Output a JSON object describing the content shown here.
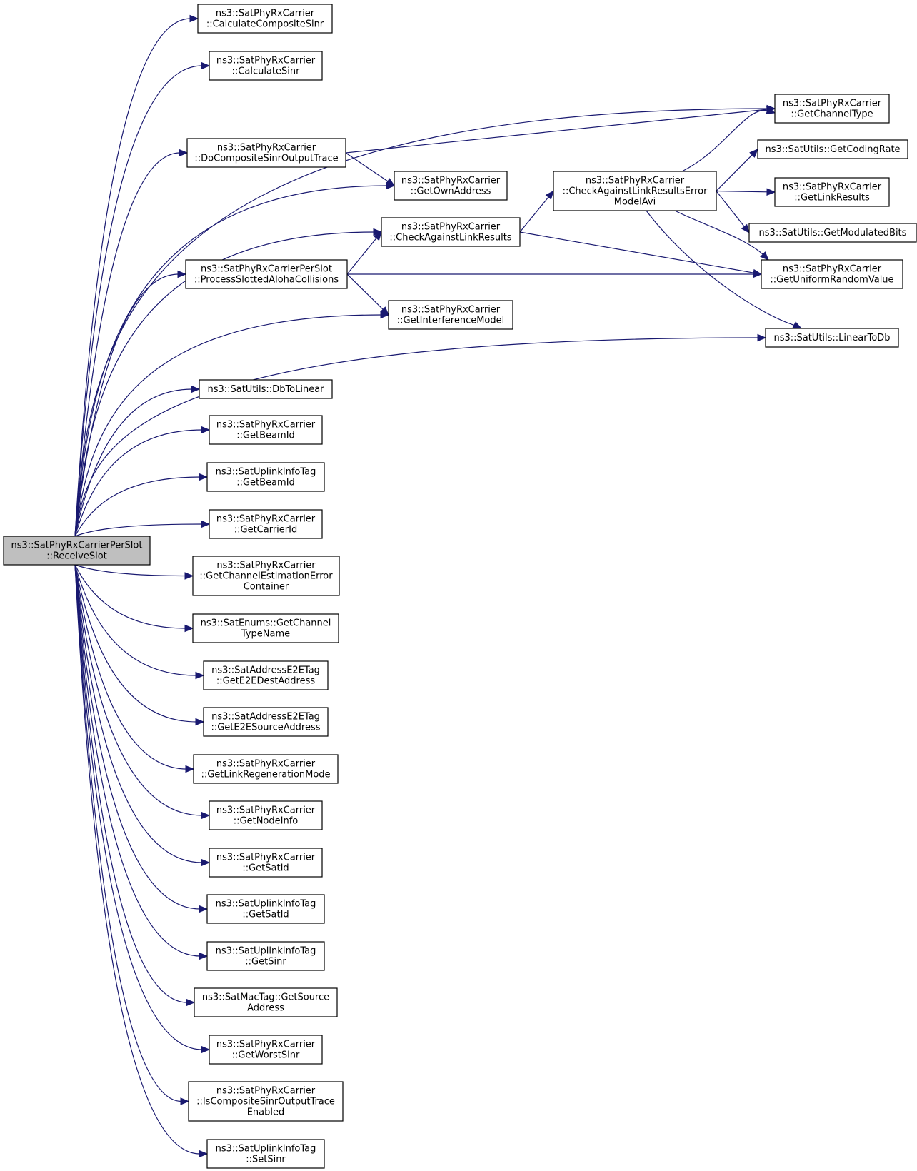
{
  "colors": {
    "edge": "#191970",
    "root_fill": "#bfbfbf",
    "node_fill": "#ffffff",
    "node_border": "#000000"
  },
  "nodes": [
    {
      "id": "root",
      "lines": [
        "ns3::SatPhyRxCarrierPerSlot",
        "::ReceiveSlot"
      ]
    },
    {
      "id": "calccompsinr",
      "lines": [
        "ns3::SatPhyRxCarrier",
        "::CalculateCompositeSinr"
      ]
    },
    {
      "id": "calcsinr",
      "lines": [
        "ns3::SatPhyRxCarrier",
        "::CalculateSinr"
      ]
    },
    {
      "id": "docomptrace",
      "lines": [
        "ns3::SatPhyRxCarrier",
        "::DoCompositeSinrOutputTrace"
      ]
    },
    {
      "id": "getownaddr",
      "lines": [
        "ns3::SatPhyRxCarrier",
        "::GetOwnAddress"
      ]
    },
    {
      "id": "checklink",
      "lines": [
        "ns3::SatPhyRxCarrier",
        "::CheckAgainstLinkResults"
      ]
    },
    {
      "id": "procaloha",
      "lines": [
        "ns3::SatPhyRxCarrierPerSlot",
        "::ProcessSlottedAlohaCollisions"
      ]
    },
    {
      "id": "getinterf",
      "lines": [
        "ns3::SatPhyRxCarrier",
        "::GetInterferenceModel"
      ]
    },
    {
      "id": "checkavi",
      "lines": [
        "ns3::SatPhyRxCarrier",
        "::CheckAgainstLinkResultsError",
        "ModelAvi"
      ]
    },
    {
      "id": "getchtype",
      "lines": [
        "ns3::SatPhyRxCarrier",
        "::GetChannelType"
      ]
    },
    {
      "id": "getcoding",
      "lines": [
        "ns3::SatUtils::GetCodingRate"
      ]
    },
    {
      "id": "getlinkres",
      "lines": [
        "ns3::SatPhyRxCarrier",
        "::GetLinkResults"
      ]
    },
    {
      "id": "getmodbits",
      "lines": [
        "ns3::SatUtils::GetModulatedBits"
      ]
    },
    {
      "id": "getuniform",
      "lines": [
        "ns3::SatPhyRxCarrier",
        "::GetUniformRandomValue"
      ]
    },
    {
      "id": "lineartodb",
      "lines": [
        "ns3::SatUtils::LinearToDb"
      ]
    },
    {
      "id": "dbtolinear",
      "lines": [
        "ns3::SatUtils::DbToLinear"
      ]
    },
    {
      "id": "getbeamid1",
      "lines": [
        "ns3::SatPhyRxCarrier",
        "::GetBeamId"
      ]
    },
    {
      "id": "getbeamid2",
      "lines": [
        "ns3::SatUplinkInfoTag",
        "::GetBeamId"
      ]
    },
    {
      "id": "getcarrierid",
      "lines": [
        "ns3::SatPhyRxCarrier",
        "::GetCarrierId"
      ]
    },
    {
      "id": "getchesterr",
      "lines": [
        "ns3::SatPhyRxCarrier",
        "::GetChannelEstimationError",
        "Container"
      ]
    },
    {
      "id": "getchtypename",
      "lines": [
        "ns3::SatEnums::GetChannel",
        "TypeName"
      ]
    },
    {
      "id": "gete2edest",
      "lines": [
        "ns3::SatAddressE2ETag",
        "::GetE2EDestAddress"
      ]
    },
    {
      "id": "gete2esrc",
      "lines": [
        "ns3::SatAddressE2ETag",
        "::GetE2ESourceAddress"
      ]
    },
    {
      "id": "getlinkregen",
      "lines": [
        "ns3::SatPhyRxCarrier",
        "::GetLinkRegenerationMode"
      ]
    },
    {
      "id": "getnodeinfo",
      "lines": [
        "ns3::SatPhyRxCarrier",
        "::GetNodeInfo"
      ]
    },
    {
      "id": "getsatid1",
      "lines": [
        "ns3::SatPhyRxCarrier",
        "::GetSatId"
      ]
    },
    {
      "id": "getsatid2",
      "lines": [
        "ns3::SatUplinkInfoTag",
        "::GetSatId"
      ]
    },
    {
      "id": "getsinr",
      "lines": [
        "ns3::SatUplinkInfoTag",
        "::GetSinr"
      ]
    },
    {
      "id": "getsrcaddr",
      "lines": [
        "ns3::SatMacTag::GetSource",
        "Address"
      ]
    },
    {
      "id": "getworst",
      "lines": [
        "ns3::SatPhyRxCarrier",
        "::GetWorstSinr"
      ]
    },
    {
      "id": "iscomptrace",
      "lines": [
        "ns3::SatPhyRxCarrier",
        "::IsCompositeSinrOutputTrace",
        "Enabled"
      ]
    },
    {
      "id": "setsinr",
      "lines": [
        "ns3::SatUplinkInfoTag",
        "::SetSinr"
      ]
    }
  ],
  "edges": [
    [
      "root",
      "calccompsinr"
    ],
    [
      "root",
      "calcsinr"
    ],
    [
      "root",
      "getchtype"
    ],
    [
      "root",
      "docomptrace"
    ],
    [
      "root",
      "getownaddr"
    ],
    [
      "root",
      "checklink"
    ],
    [
      "root",
      "procaloha"
    ],
    [
      "root",
      "getinterf"
    ],
    [
      "root",
      "lineartodb"
    ],
    [
      "root",
      "dbtolinear"
    ],
    [
      "root",
      "getbeamid1"
    ],
    [
      "root",
      "getbeamid2"
    ],
    [
      "root",
      "getcarrierid"
    ],
    [
      "root",
      "getchesterr"
    ],
    [
      "root",
      "getchtypename"
    ],
    [
      "root",
      "gete2edest"
    ],
    [
      "root",
      "gete2esrc"
    ],
    [
      "root",
      "getlinkregen"
    ],
    [
      "root",
      "getnodeinfo"
    ],
    [
      "root",
      "getsatid1"
    ],
    [
      "root",
      "getsatid2"
    ],
    [
      "root",
      "getsinr"
    ],
    [
      "root",
      "getsrcaddr"
    ],
    [
      "root",
      "getworst"
    ],
    [
      "root",
      "iscomptrace"
    ],
    [
      "root",
      "setsinr"
    ],
    [
      "docomptrace",
      "getchtype"
    ],
    [
      "docomptrace",
      "getownaddr"
    ],
    [
      "checklink",
      "checkavi"
    ],
    [
      "checklink",
      "getuniform"
    ],
    [
      "procaloha",
      "checklink"
    ],
    [
      "procaloha",
      "getuniform"
    ],
    [
      "procaloha",
      "getinterf"
    ],
    [
      "checkavi",
      "getchtype"
    ],
    [
      "checkavi",
      "getcoding"
    ],
    [
      "checkavi",
      "getlinkres"
    ],
    [
      "checkavi",
      "getmodbits"
    ],
    [
      "checkavi",
      "getuniform"
    ],
    [
      "checkavi",
      "lineartodb"
    ]
  ]
}
